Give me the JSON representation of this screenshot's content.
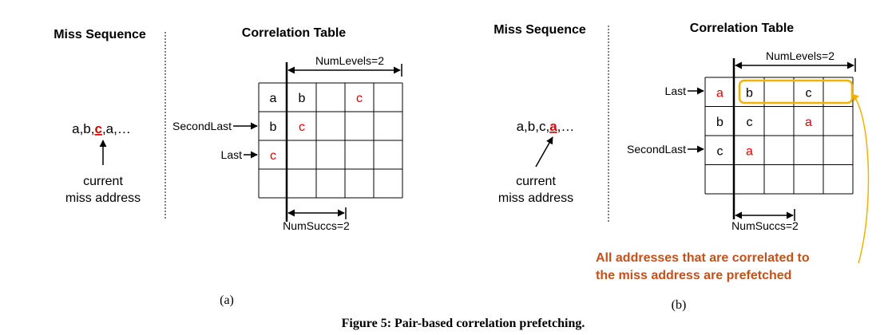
{
  "panel_a": {
    "miss_sequence_title": "Miss Sequence",
    "correlation_table_title": "Correlation Table",
    "sequence": {
      "before": "a,b,",
      "current": "c",
      "after": ",a,…"
    },
    "current_label_line1": "current",
    "current_label_line2": "miss address",
    "num_levels_label": "NumLevels=2",
    "num_succs_label": "NumSuccs=2",
    "pointers": {
      "second_last": "SecondLast",
      "last": "Last"
    },
    "table": [
      [
        {
          "v": "a",
          "c": "black"
        },
        {
          "v": "b",
          "c": "black"
        },
        {
          "v": "",
          "c": "black"
        },
        {
          "v": "c",
          "c": "red"
        },
        {
          "v": "",
          "c": "black"
        }
      ],
      [
        {
          "v": "b",
          "c": "black"
        },
        {
          "v": "c",
          "c": "red"
        },
        {
          "v": "",
          "c": "black"
        },
        {
          "v": "",
          "c": "black"
        },
        {
          "v": "",
          "c": "black"
        }
      ],
      [
        {
          "v": "c",
          "c": "red"
        },
        {
          "v": "",
          "c": "black"
        },
        {
          "v": "",
          "c": "black"
        },
        {
          "v": "",
          "c": "black"
        },
        {
          "v": "",
          "c": "black"
        }
      ],
      [
        {
          "v": "",
          "c": "black"
        },
        {
          "v": "",
          "c": "black"
        },
        {
          "v": "",
          "c": "black"
        },
        {
          "v": "",
          "c": "black"
        },
        {
          "v": "",
          "c": "black"
        }
      ]
    ],
    "caption": "(a)"
  },
  "panel_b": {
    "miss_sequence_title": "Miss Sequence",
    "correlation_table_title": "Correlation Table",
    "sequence": {
      "before": "a,b,c,",
      "current": "a",
      "after": ",…"
    },
    "current_label_line1": "current",
    "current_label_line2": "miss address",
    "num_levels_label": "NumLevels=2",
    "num_succs_label": "NumSuccs=2",
    "pointers": {
      "second_last": "SecondLast",
      "last": "Last"
    },
    "table": [
      [
        {
          "v": "a",
          "c": "red"
        },
        {
          "v": "b",
          "c": "black"
        },
        {
          "v": "",
          "c": "black"
        },
        {
          "v": "c",
          "c": "black"
        },
        {
          "v": "",
          "c": "black"
        }
      ],
      [
        {
          "v": "b",
          "c": "black"
        },
        {
          "v": "c",
          "c": "black"
        },
        {
          "v": "",
          "c": "black"
        },
        {
          "v": "a",
          "c": "red"
        },
        {
          "v": "",
          "c": "black"
        }
      ],
      [
        {
          "v": "c",
          "c": "black"
        },
        {
          "v": "a",
          "c": "red"
        },
        {
          "v": "",
          "c": "black"
        },
        {
          "v": "",
          "c": "black"
        },
        {
          "v": "",
          "c": "black"
        }
      ],
      [
        {
          "v": "",
          "c": "black"
        },
        {
          "v": "",
          "c": "black"
        },
        {
          "v": "",
          "c": "black"
        },
        {
          "v": "",
          "c": "black"
        },
        {
          "v": "",
          "c": "black"
        }
      ]
    ],
    "annotation_line1": "All addresses that are correlated to",
    "annotation_line2": "the miss address are prefetched",
    "caption": "(b)"
  },
  "figure_caption": "Figure 5: Pair-based correlation prefetching.",
  "colors": {
    "red": "#e00000",
    "highlight": "#f0b400",
    "annotation": "#c5501a",
    "line": "#000000"
  }
}
